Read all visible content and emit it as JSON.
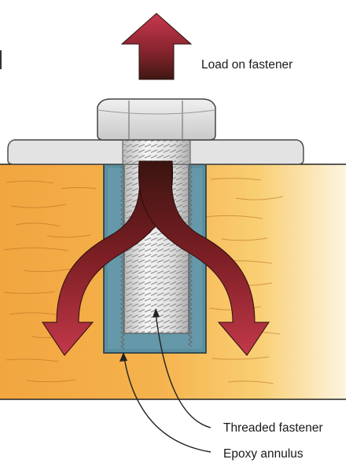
{
  "labels": {
    "load": "Load on fastener",
    "threaded_fastener": "Threaded fastener",
    "epoxy_annulus": "Epoxy annulus"
  },
  "colors": {
    "wood_light": "#f7c766",
    "wood_dark": "#e8962e",
    "epoxy": "#5b8fa0",
    "steel": "#dcdcdc",
    "arrow_light": "#c0374a",
    "arrow_dark": "#4a1a16"
  }
}
